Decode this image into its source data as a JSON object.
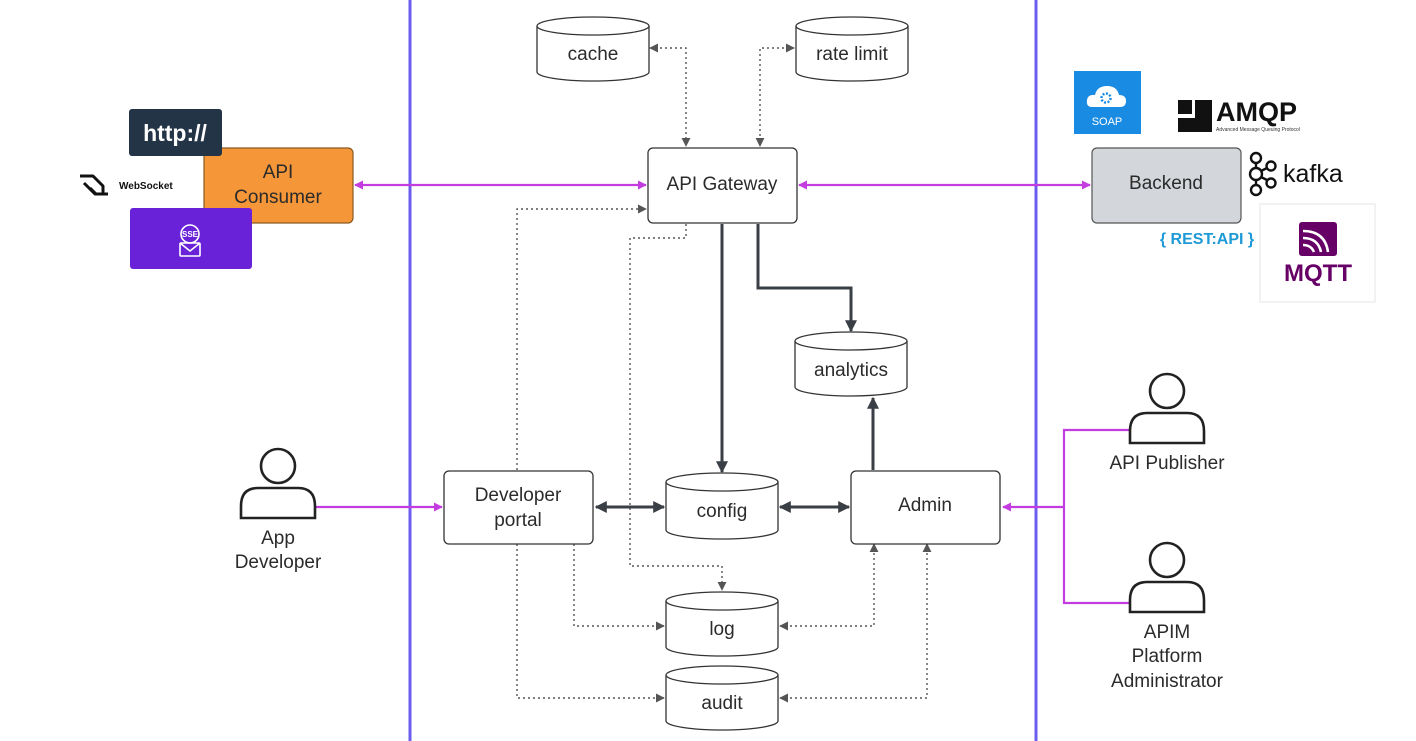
{
  "nodes": {
    "cache": "cache",
    "rate_limit": "rate limit",
    "api_gateway": "API Gateway",
    "api_consumer": [
      "API",
      "Consumer"
    ],
    "backend": "Backend",
    "analytics": "analytics",
    "developer_portal": [
      "Developer",
      "portal"
    ],
    "config": "config",
    "admin": "Admin",
    "log": "log",
    "audit": "audit"
  },
  "actors": {
    "app_developer": [
      "App",
      "Developer"
    ],
    "api_publisher": "API Publisher",
    "apim_admin": [
      "APIM",
      "Platform",
      "Administrator"
    ]
  },
  "protocols": {
    "http": "http://",
    "websocket": "WebSocket",
    "sse": "SSE",
    "soap": "SOAP",
    "amqp": "AMQP",
    "amqp_sub": "Advanced Message Queuing Protocol",
    "kafka": "kafka",
    "rest_api": "{ REST:API }",
    "mqtt": "MQTT"
  },
  "colors": {
    "boundary": "#6b5cf0",
    "magenta_arrow": "#c23ce0",
    "dark_arrow": "#3a3f45",
    "consumer_fill": "#f59638",
    "backend_fill": "#d3d6db",
    "http_bg": "#243447",
    "sse_bg": "#6a22d8",
    "soap_bg": "#1a8be3",
    "mqtt": "#660066"
  }
}
